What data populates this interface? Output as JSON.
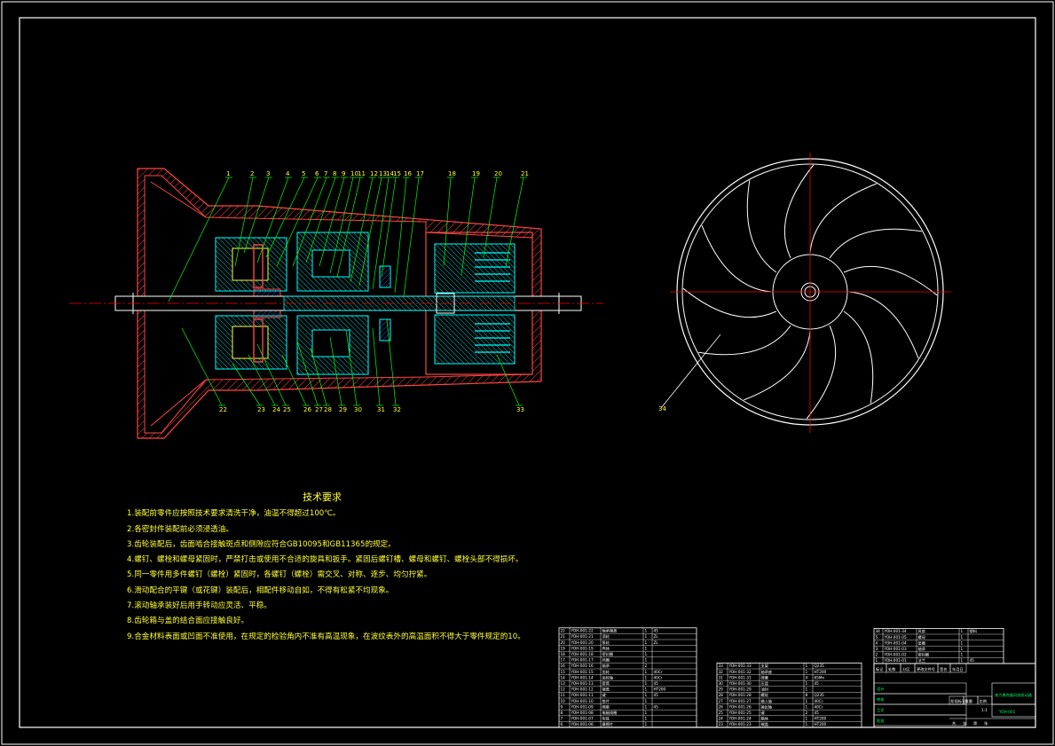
{
  "colors": {
    "background": "#000000",
    "frame": "#ffffff",
    "section_outline": "#ff4444",
    "hatching": "#ff4444",
    "parts": "#00ffff",
    "leader_lines": "#00ff00",
    "centerline": "#ff0000",
    "fan": "#ffffff",
    "text": "#ffff33"
  },
  "drawing": {
    "balloons_top": [
      "1",
      "2",
      "3",
      "4",
      "5",
      "6",
      "7",
      "8",
      "9",
      "10",
      "11",
      "12",
      "13",
      "14",
      "15",
      "16",
      "17",
      "18",
      "19",
      "20",
      "21"
    ],
    "balloons_bottom": [
      "22",
      "23",
      "24",
      "25",
      "26",
      "27",
      "28",
      "29",
      "30",
      "31",
      "32",
      "33"
    ],
    "fan_balloon": "34"
  },
  "tech_requirements": {
    "title": "技术要求",
    "lines": [
      "1.装配前零件应按照技术要求清洗干净，油温不得超过100℃。",
      "2.各密封件装配前必须浸透油。",
      "3.齿轮装配后，齿面啮合接触斑点和侧隙应符合GB10095和GB11365的规定。",
      "4.螺钉、螺栓和螺母紧固时，严禁打击或使用不合适的旋具和扳手。紧固后螺钉槽、螺母和螺钉、螺栓头部不得损坏。",
      "5.同一零件用多件螺钉（螺栓）紧固时，各螺钉（螺栓）需交叉、对称、逐步、均匀拧紧。",
      "6.滑动配合的平键（或花键）装配后，相配件移动自如，不得有松紧不均现象。",
      "7.滚动轴承装好后用手转动应灵活、平稳。",
      "8.齿轮箱与盖的结合面应接触良好。",
      "9.合金材料表面或凹面不准使用，在规定的检验角内不准有高温现象，在波纹表外的高温面积不得大于零件规定的10。"
    ]
  },
  "title_block": {
    "drawing_name": "液力偶合器风扇驱动器",
    "drawing_number": "YOH-001",
    "header_cells": [
      "标记",
      "处数",
      "分区",
      "更改文件号",
      "签名",
      "年月日"
    ],
    "role_cells": [
      "设计",
      "审核",
      "工艺",
      "批准"
    ],
    "scale_cells": [
      "阶段标记",
      "重量",
      "比例"
    ],
    "sheet_cells": [
      "共",
      "张",
      "第",
      "张"
    ],
    "scale_value": "1:1"
  },
  "parts_list": {
    "left_columns": [
      [
        "22",
        "YOH-001-22",
        "轴承端盖",
        "1",
        "45"
      ],
      [
        "21",
        "YOH-001-21",
        "涡轮",
        "1",
        "ZL"
      ],
      [
        "20",
        "YOH-001-20",
        "泵轮",
        "1",
        "ZL"
      ],
      [
        "19",
        "YOH-001-19",
        "壳体",
        "1",
        ""
      ],
      [
        "18",
        "YOH-001-18",
        "密封圈",
        "1",
        ""
      ],
      [
        "17",
        "YOH-001-17",
        "挡圈",
        "1",
        ""
      ],
      [
        "16",
        "YOH-001-16",
        "轴承",
        "2",
        ""
      ],
      [
        "15",
        "YOH-001-15",
        "齿轮",
        "1",
        "40Cr"
      ],
      [
        "14",
        "YOH-001-14",
        "齿轮轴",
        "1",
        "40Cr"
      ],
      [
        "13",
        "YOH-001-13",
        "套筒",
        "1",
        "45"
      ],
      [
        "12",
        "YOH-001-12",
        "端盖",
        "1",
        "HT200"
      ],
      [
        "11",
        "YOH-001-11",
        "键",
        "1",
        "45"
      ],
      [
        "10",
        "YOH-001-10",
        "垫片",
        "1",
        ""
      ],
      [
        "9",
        "YOH-001-09",
        "隔套",
        "1",
        "45"
      ],
      [
        "8",
        "YOH-001-08",
        "电磁线圈",
        "1",
        ""
      ],
      [
        "7",
        "YOH-001-07",
        "衔铁",
        "1",
        ""
      ],
      [
        "6",
        "YOH-001-06",
        "摩擦片",
        "1",
        ""
      ]
    ],
    "mid_columns": [
      [
        "33",
        "YOH-001-33",
        "支架",
        "1",
        "Q235"
      ],
      [
        "32",
        "YOH-001-32",
        "轴承座",
        "1",
        "HT200"
      ],
      [
        "31",
        "YOH-001-31",
        "弹簧",
        "4",
        "65Mn"
      ],
      [
        "30",
        "YOH-001-30",
        "压盘",
        "1",
        "45"
      ],
      [
        "29",
        "YOH-001-29",
        "油封",
        "1",
        ""
      ],
      [
        "28",
        "YOH-001-28",
        "螺栓",
        "8",
        "Q235"
      ],
      [
        "27",
        "YOH-001-27",
        "输入轴",
        "1",
        "40Cr"
      ],
      [
        "26",
        "YOH-001-26",
        "输出轴",
        "1",
        "40Cr"
      ],
      [
        "25",
        "YOH-001-25",
        "键",
        "2",
        "45"
      ],
      [
        "24",
        "YOH-001-24",
        "箱体",
        "1",
        "HT200"
      ],
      [
        "23",
        "YOH-001-23",
        "端盖",
        "1",
        "HT200"
      ]
    ],
    "upper_columns": [
      [
        "34",
        "YOH-001-34",
        "风扇",
        "1",
        "塑料"
      ],
      [
        "5",
        "YOH-001-05",
        "螺母",
        "1",
        ""
      ],
      [
        "4",
        "YOH-001-04",
        "垫圈",
        "1",
        ""
      ],
      [
        "3",
        "YOH-001-03",
        "轴承",
        "1",
        ""
      ],
      [
        "2",
        "YOH-001-02",
        "密封圈",
        "1",
        ""
      ],
      [
        "1",
        "YOH-001-01",
        "法兰",
        "1",
        "45"
      ]
    ]
  }
}
